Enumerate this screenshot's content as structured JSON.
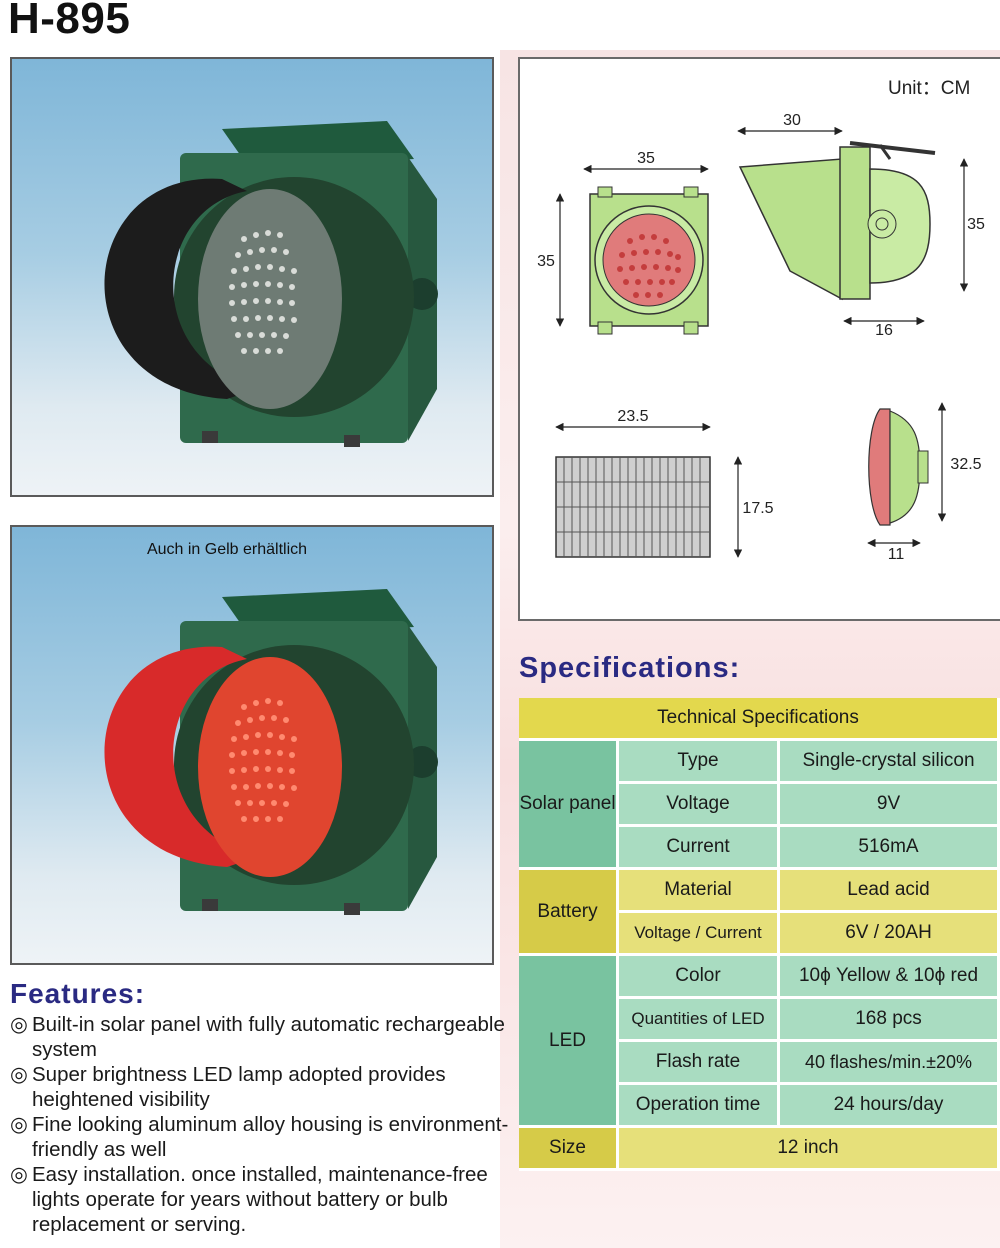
{
  "product": {
    "model": "H-895"
  },
  "photos": {
    "caption": "Auch in Gelb erhältlich"
  },
  "dimensions": {
    "unit": "Unit：CM",
    "front": {
      "width": "35",
      "height": "35"
    },
    "side": {
      "depth": "30",
      "height": "35",
      "base": "16"
    },
    "panel": {
      "width": "23.5",
      "height": "17.5"
    },
    "lamp": {
      "height": "32.5",
      "depth": "11"
    }
  },
  "specifications": {
    "heading": "Specifications:",
    "table_header": "Technical  Specifications",
    "groups": [
      {
        "name": "Solar panel",
        "color": "green",
        "rows": [
          {
            "label": "Type",
            "value": "Single-crystal silicon"
          },
          {
            "label": "Voltage",
            "value": "9V"
          },
          {
            "label": "Current",
            "value": "516mA"
          }
        ]
      },
      {
        "name": "Battery",
        "color": "yellow",
        "rows": [
          {
            "label": "Material",
            "value": "Lead acid"
          },
          {
            "label": "Voltage / Current",
            "value": "6V / 20AH"
          }
        ]
      },
      {
        "name": "LED",
        "color": "green",
        "rows": [
          {
            "label": "Color",
            "value": "10ϕ  Yellow & 10ϕ  red"
          },
          {
            "label": "Quantities of LED",
            "value": "168 pcs"
          },
          {
            "label": "Flash rate",
            "value": "40 flashes/min.±20%"
          },
          {
            "label": "Operation time",
            "value": "24 hours/day"
          }
        ]
      },
      {
        "name": "Size",
        "color": "yellow",
        "value": "12 inch"
      }
    ]
  },
  "features": {
    "heading": "Features:",
    "bullet": "◎",
    "items": [
      "Built-in solar panel with fully automatic rechargeable system",
      "Super brightness LED lamp adopted provides heightened visibility",
      "Fine looking aluminum alloy housing is environment-friendly as well",
      "Easy installation. once installed, maintenance-free lights operate for years without battery or bulb replacement or serving."
    ]
  },
  "colors": {
    "heading": "#2a2a82",
    "green_category": "#79c3a0",
    "green_cell": "#a9dcc1",
    "yellow_category": "#d6cb48",
    "yellow_cell": "#e6e07a",
    "header": "#e3d84d",
    "housing": "#2f6a4c",
    "diagram_fill": "#b8e08c"
  }
}
